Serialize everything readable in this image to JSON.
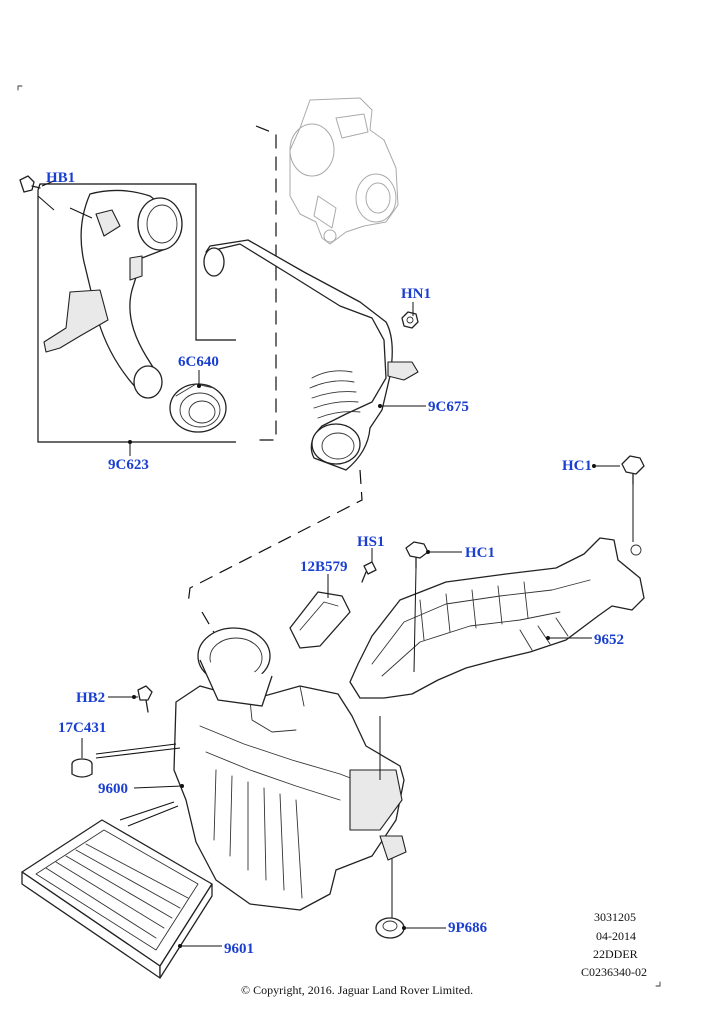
{
  "callouts": {
    "hb1": "HB1",
    "c9c623": "9C623",
    "c6c640": "6C640",
    "hn1": "HN1",
    "c9c675": "9C675",
    "hc1_top": "HC1",
    "hs1": "HS1",
    "hc1_mid": "HC1",
    "c12b579": "12B579",
    "c9652": "9652",
    "hb2": "HB2",
    "c17c431": "17C431",
    "c9600": "9600",
    "c9601": "9601",
    "c9p686": "9P686"
  },
  "meta": {
    "line1": "3031205",
    "line2": "04-2014",
    "line3": "22DDER",
    "line4": "C0236340-02"
  },
  "copyright": "© Copyright, 2016. Jaguar Land Rover Limited.",
  "colors": {
    "callout": "#1a3fd0",
    "ink": "#222222"
  }
}
